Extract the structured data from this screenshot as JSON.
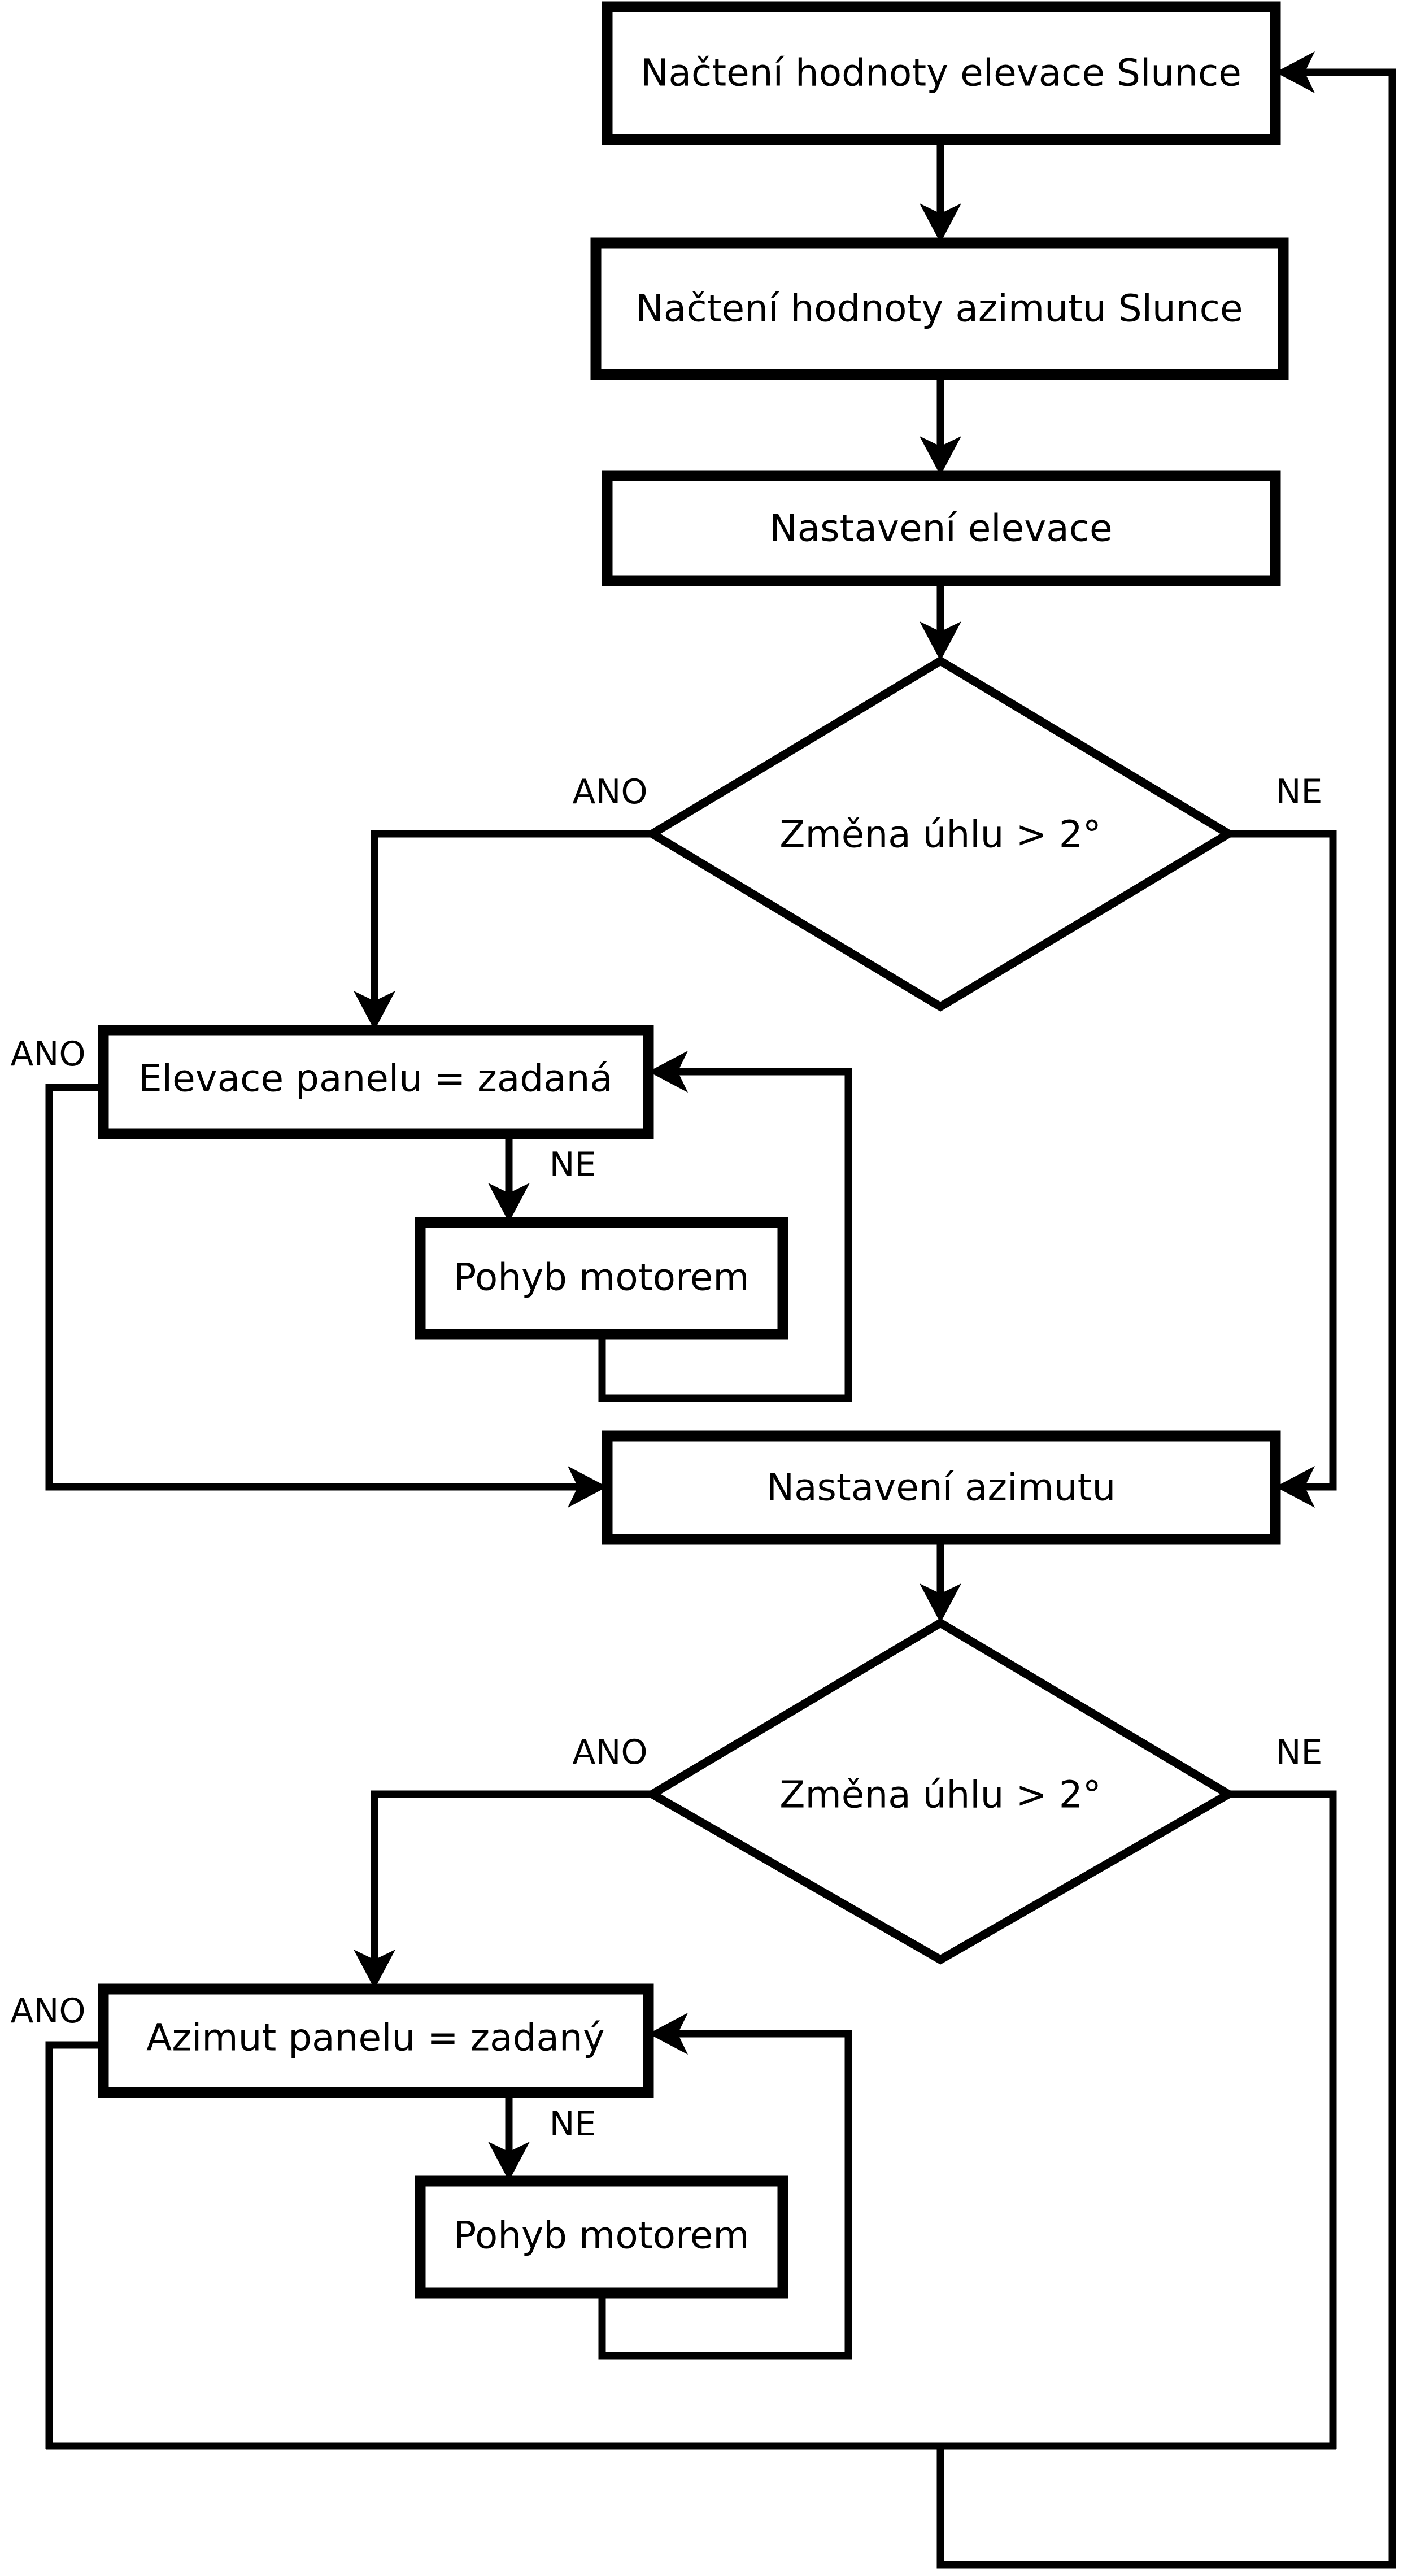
{
  "flowchart": {
    "colors": {
      "ink": "#000000",
      "paper": "#ffffff"
    },
    "nodes": {
      "load_elevation": {
        "type": "process",
        "label": "Načtení hodnoty elevace Slunce"
      },
      "load_azimuth": {
        "type": "process",
        "label": "Načtení hodnoty azimutu Slunce"
      },
      "set_elevation": {
        "type": "process",
        "label": "Nastavení elevace"
      },
      "elevation_angle_check": {
        "type": "decision",
        "label": "Změna úhlu > 2°"
      },
      "elevation_reached_check": {
        "type": "process",
        "label": "Elevace panelu = zadaná"
      },
      "elevation_motor": {
        "type": "process",
        "label": "Pohyb motorem"
      },
      "set_azimuth": {
        "type": "process",
        "label": "Nastavení azimutu"
      },
      "azimuth_angle_check": {
        "type": "decision",
        "label": "Změna úhlu > 2°"
      },
      "azimuth_reached_check": {
        "type": "process",
        "label": "Azimut panelu = zadaný"
      },
      "azimuth_motor": {
        "type": "process",
        "label": "Pohyb motorem"
      }
    },
    "edge_labels": {
      "elevation_check_yes": "ANO",
      "elevation_check_no": "NE",
      "elevation_reached_yes": "ANO",
      "elevation_reached_no": "NE",
      "azimuth_check_yes": "ANO",
      "azimuth_check_no": "NE",
      "azimuth_reached_yes": "ANO",
      "azimuth_reached_no": "NE"
    }
  }
}
